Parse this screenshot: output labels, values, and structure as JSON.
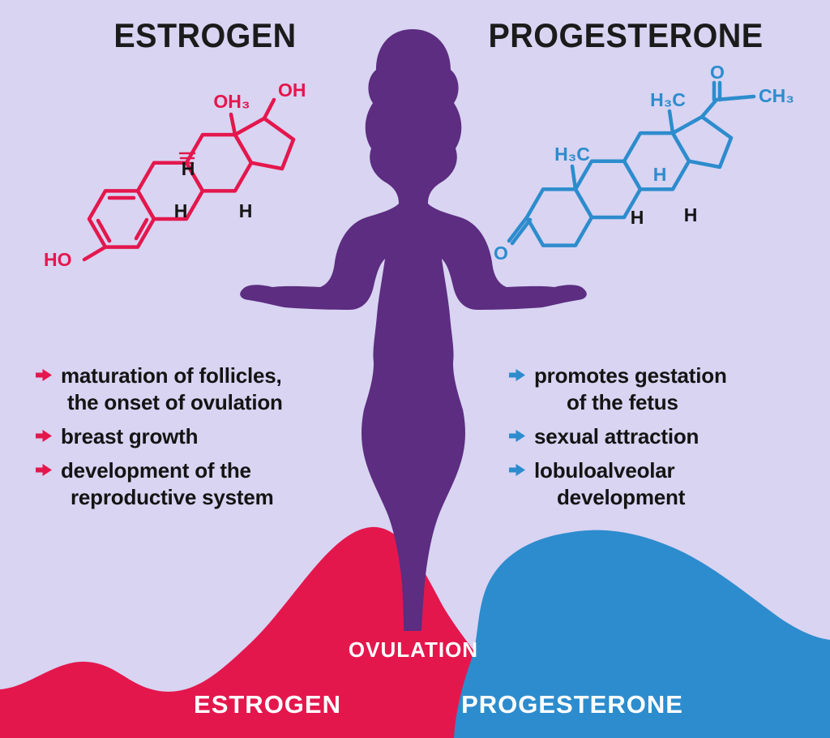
{
  "canvas": {
    "background": "#d8d4f2",
    "text_color": "#141414"
  },
  "estrogen": {
    "title": "ESTROGEN",
    "color": "#e4174d",
    "molecule": {
      "ho": "HO",
      "oh3": "OH₃",
      "oh": "OH",
      "h1": "H",
      "h2": "H",
      "h3": "H"
    },
    "effects": [
      {
        "line1": "maturation of follicles,",
        "line2": "the onset of ovulation"
      },
      {
        "line1": "breast growth",
        "line2": ""
      },
      {
        "line1": "development of the",
        "line2": "reproductive system"
      }
    ],
    "curve_label": "ESTROGEN"
  },
  "progesterone": {
    "title": "PROGESTERONE",
    "color": "#2d8ccd",
    "molecule": {
      "o_bottom": "O",
      "h3c_left": "H₃C",
      "h3c_top": "H₃C",
      "o_top": "O",
      "ch3": "CH₃",
      "h_center": "H",
      "h1": "H",
      "h2": "H"
    },
    "effects": [
      {
        "line1": "promotes gestation",
        "line2": "of the fetus"
      },
      {
        "line1": "sexual attraction",
        "line2": ""
      },
      {
        "line1": "lobuloalveolar",
        "line2": "development"
      }
    ],
    "curve_label": "PROGESTERONE"
  },
  "curves": {
    "ovulation_label": "OVULATION"
  },
  "figure": {
    "color": "#5c2d80"
  }
}
